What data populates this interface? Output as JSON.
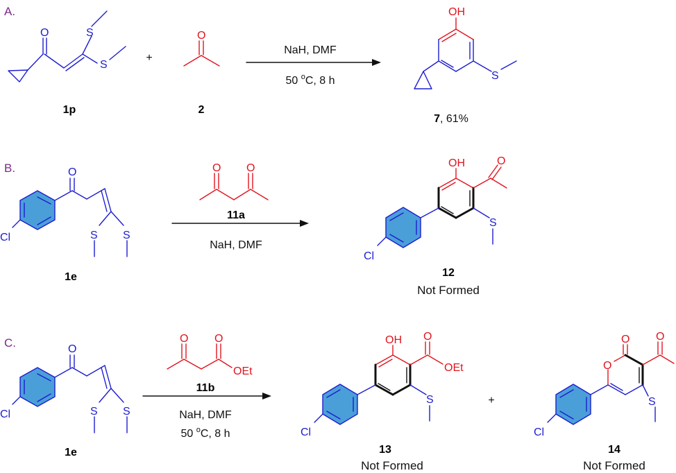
{
  "colors": {
    "reactant_bond": "#1d1dd0",
    "reagent_bond": "#e0141e",
    "section_label": "#7d2a8a",
    "aryl_ring_fill": "#4a9fd8",
    "text": "#111111"
  },
  "sections": [
    {
      "label": "A.",
      "reactant": {
        "id": "1p"
      },
      "plus": "+",
      "reagent": {
        "id": "2"
      },
      "conditions": {
        "line1": "NaH, DMF",
        "line2_pre": "50 ",
        "line2_sup": "o",
        "line2_post": "C, 8 h"
      },
      "product": {
        "id": "7",
        "yield": ", 61%"
      }
    },
    {
      "label": "B.",
      "reactant": {
        "id": "1e"
      },
      "reagent": {
        "id": "11a"
      },
      "conditions": {
        "line1": "NaH, DMF"
      },
      "product": {
        "id": "12",
        "note": "Not Formed"
      }
    },
    {
      "label": "C.",
      "reactant": {
        "id": "1e"
      },
      "reagent": {
        "id": "11b"
      },
      "conditions": {
        "line1": "NaH, DMF",
        "line2_pre": "50 ",
        "line2_sup": "o",
        "line2_post": "C, 8 h"
      },
      "product": {
        "id": "13",
        "note": "Not Formed"
      },
      "plus": "+",
      "product2": {
        "id": "14",
        "note": "Not Formed"
      }
    }
  ],
  "atoms": {
    "O": "O",
    "S": "S",
    "OH": "OH",
    "Cl": "Cl",
    "OEt": "OEt"
  }
}
